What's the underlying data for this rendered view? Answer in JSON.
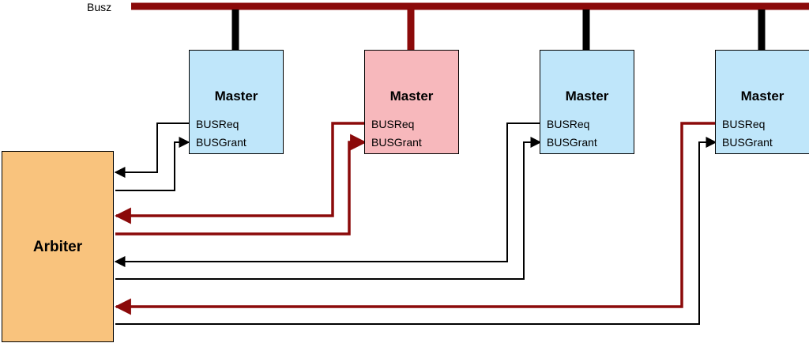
{
  "bus": {
    "label": "Busz"
  },
  "arbiter": {
    "label": "Arbiter"
  },
  "masters": [
    {
      "label": "Master",
      "req_label": "BUSReq",
      "grant_label": "BUSGrant",
      "state": "idle"
    },
    {
      "label": "Master",
      "req_label": "BUSReq",
      "grant_label": "BUSGrant",
      "state": "active"
    },
    {
      "label": "Master",
      "req_label": "BUSReq",
      "grant_label": "BUSGrant",
      "state": "idle"
    },
    {
      "label": "Master",
      "req_label": "BUSReq",
      "grant_label": "BUSGrant",
      "state": "requesting"
    }
  ],
  "colors": {
    "bus": "#8b0a0a",
    "active_line": "#8b0a0a",
    "idle_line": "#000000",
    "master_idle_fill": "#bfe6fa",
    "master_active_fill": "#f7b8bc",
    "arbiter_fill": "#f9c37d"
  }
}
